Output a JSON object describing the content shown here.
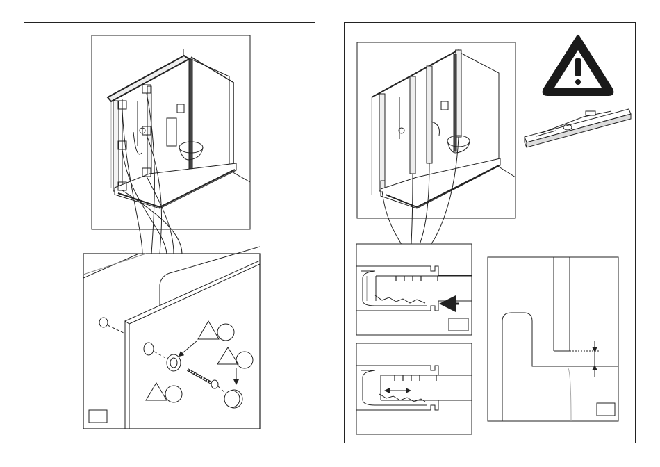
{
  "pages": [
    {
      "id": "left",
      "step_label": ""
    },
    {
      "id": "right",
      "step_labels": [
        "",
        "",
        ""
      ]
    }
  ],
  "icons": {
    "left": [
      "shower-cabin-illustration",
      "screw-assembly-detail",
      "triangle-marker",
      "circle-marker"
    ],
    "right": [
      "shower-cabin-illustration",
      "warning-triangle-icon",
      "spirit-level-icon",
      "profile-section-detail",
      "seal-alignment-detail"
    ]
  },
  "colors": {
    "line": "#222222",
    "paper": "#ffffff",
    "warning_fill": "#1a1a1a"
  }
}
